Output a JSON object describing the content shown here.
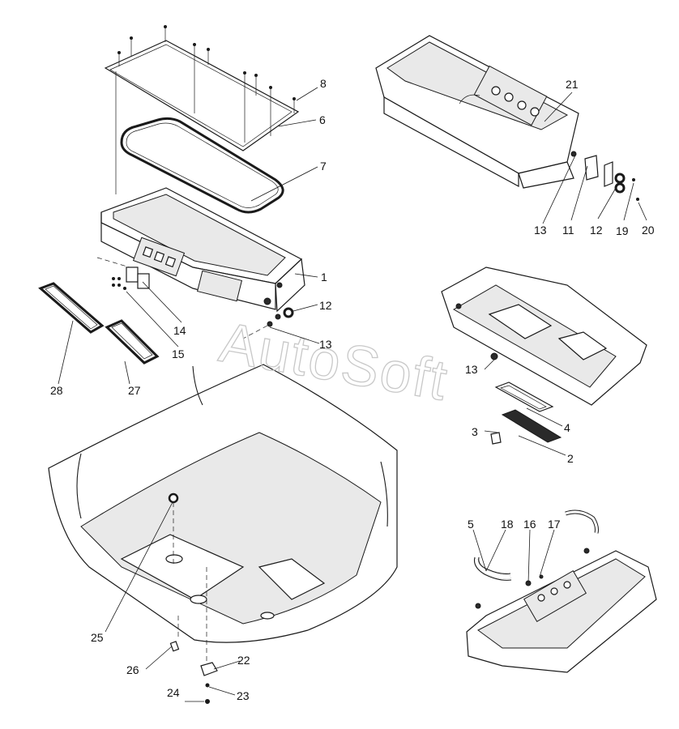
{
  "watermark": "AutoSoft",
  "callouts": {
    "c1": "1",
    "c2": "2",
    "c3": "3",
    "c4": "4",
    "c5": "5",
    "c6": "6",
    "c7": "7",
    "c8": "8",
    "c11": "11",
    "c12a": "12",
    "c12b": "12",
    "c13a": "13",
    "c13b": "13",
    "c13c": "13",
    "c14": "14",
    "c15": "15",
    "c16": "16",
    "c17": "17",
    "c18": "18",
    "c19": "19",
    "c20": "20",
    "c21": "21",
    "c22": "22",
    "c23": "23",
    "c24": "24",
    "c25": "25",
    "c26": "26",
    "c27": "27",
    "c28": "28"
  }
}
